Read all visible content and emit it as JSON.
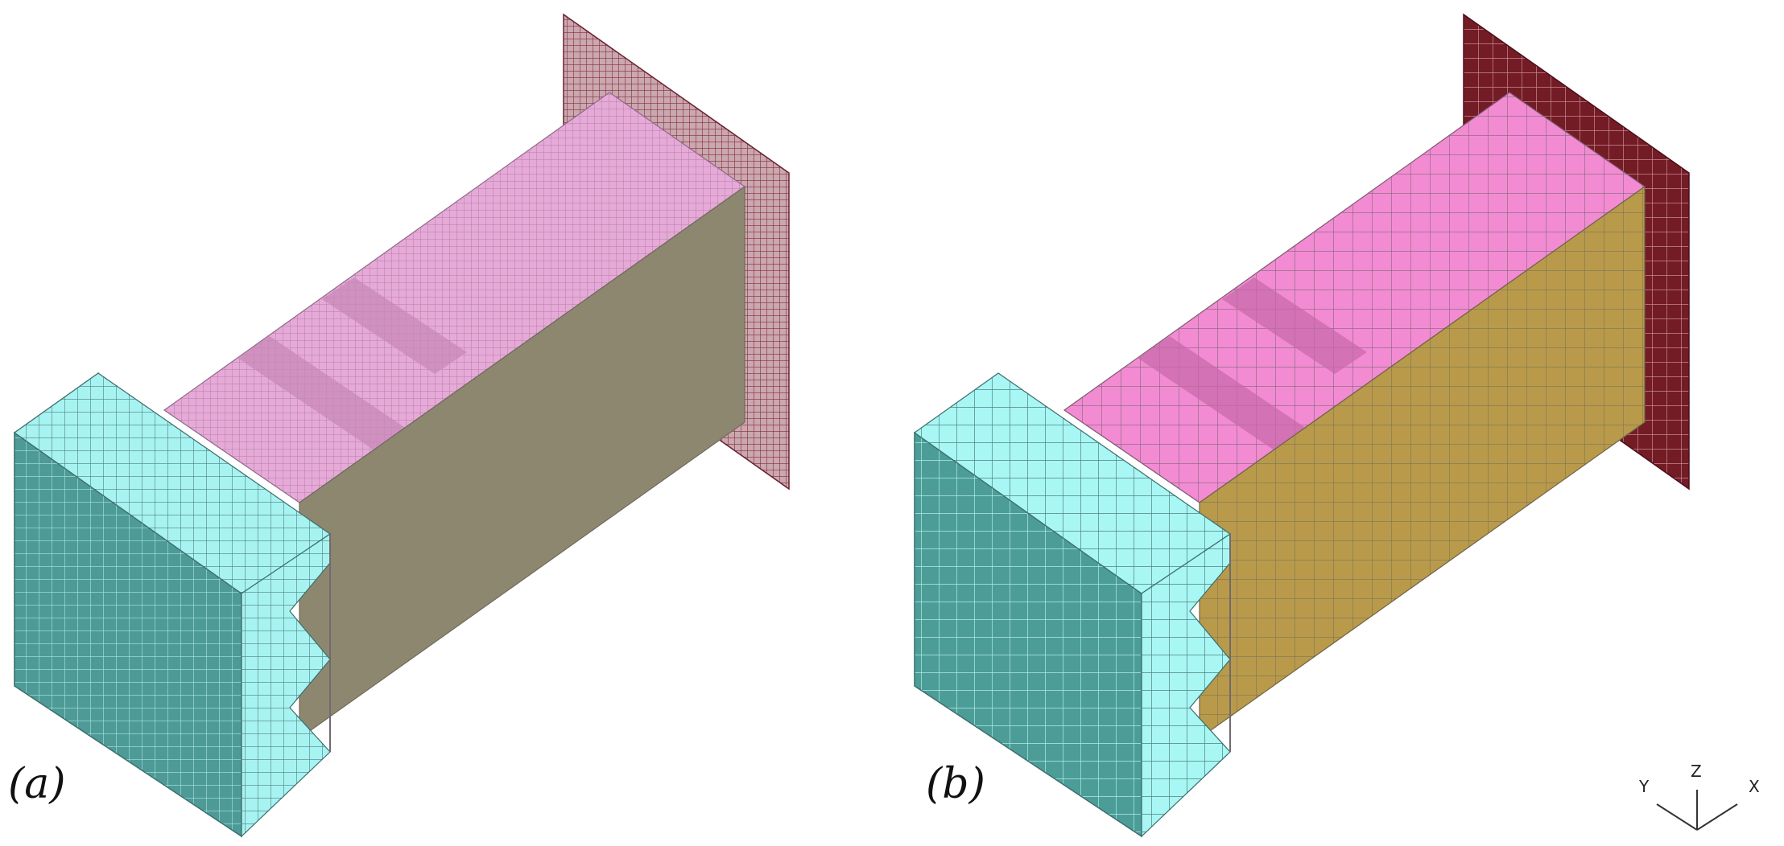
{
  "panels": [
    {
      "label": "(a)",
      "mesh": "fine",
      "colors": {
        "top": "#e7a9d8",
        "side": "#8e8770",
        "plate": "#b59aa0",
        "plate_grid": "#8a2a3a",
        "end_front": "#4e9a96",
        "end_top": "#a7f3f1",
        "end_side": "#9ff0ec",
        "grid": "#6f6a70"
      }
    },
    {
      "label": "(b)",
      "mesh": "coarse",
      "colors": {
        "top": "#f38bd2",
        "side": "#b89a4a",
        "plate": "#731c25",
        "plate_grid": "#b46a74",
        "end_front": "#4c9d98",
        "end_top": "#a8f7f4",
        "end_side": "#9ff4f0",
        "grid": "#6f6a70"
      }
    }
  ],
  "axes": {
    "labels": [
      "Y",
      "Z",
      "X"
    ]
  }
}
